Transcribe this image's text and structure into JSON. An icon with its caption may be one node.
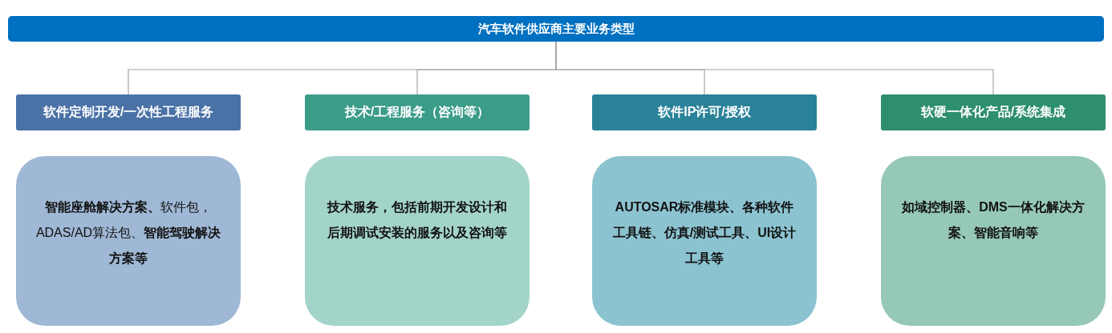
{
  "diagram": {
    "nodes": [
      {
        "text": [
          "汽车软件供应商主要业务类型"
        ]
      },
      {
        "text": [
          "软件定制开发/一次性工程服务"
        ]
      },
      {
        "text": [
          "技术/工程服务（咨询等）"
        ]
      },
      {
        "text": [
          "软件IP许可/授权"
        ]
      },
      {
        "text": [
          "软硬一体化产品/系统集成"
        ]
      },
      {
        "text": [
          "**智能座舱解决方案、**软件包，ADAS/AD算法包、**智能驾驶解决方案等**"
        ]
      },
      {
        "text": [
          "技术服务，包括前期开发设计和后期调试安装的服务以及咨询等"
        ]
      },
      {
        "text": [
          "AUTOSAR标准模块、各种软件工具链、仿真/测试工具、UI设计工具等"
        ]
      },
      {
        "text": [
          "如域控制器、DMS一体化解决方案、智能音响等"
        ]
      }
    ],
    "edges": [
      {
        "from": 0,
        "to": 1,
        "arrow": "none"
      },
      {
        "from": 0,
        "to": 2,
        "arrow": "none"
      },
      {
        "from": 0,
        "to": 3,
        "arrow": "none"
      },
      {
        "from": 0,
        "to": 4,
        "arrow": "none"
      }
    ]
  }
}
